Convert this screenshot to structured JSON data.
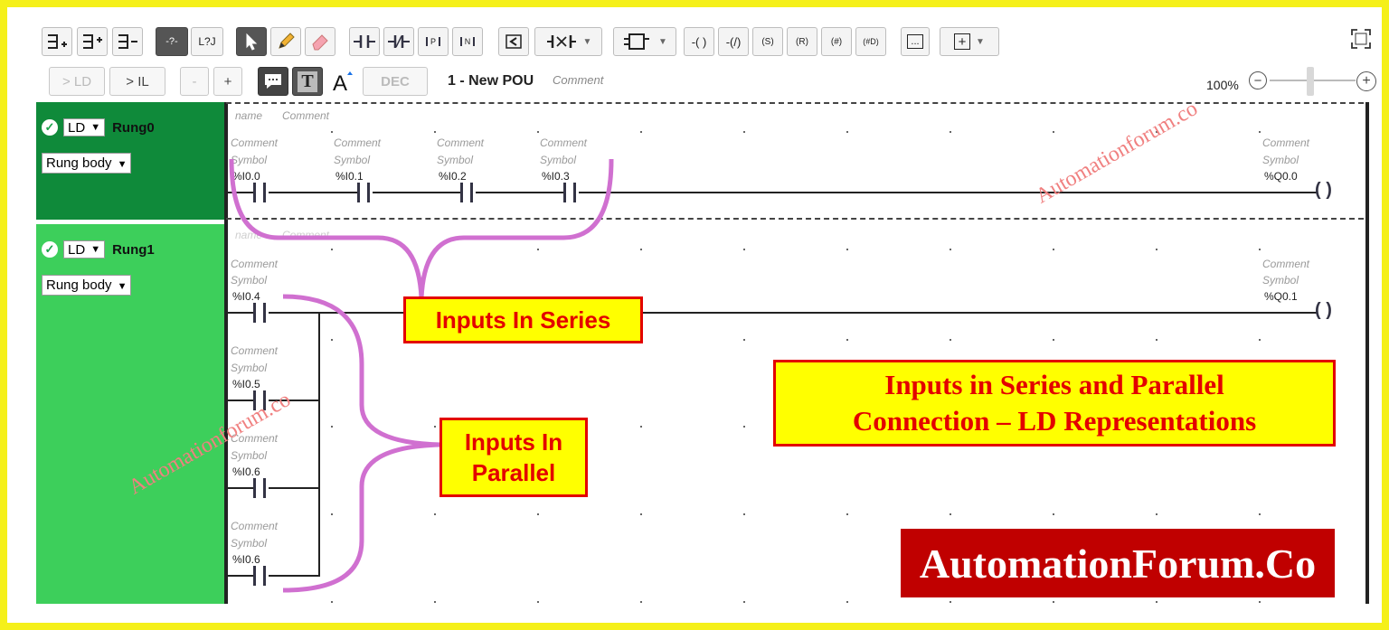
{
  "toolbar": {
    "row2": {
      "to_ld": "> LD",
      "to_il": "> IL",
      "minus": "-",
      "plus": "+",
      "dec": "DEC",
      "pou_name": "1 - New POU",
      "pou_comment": "Comment",
      "zoom": "100%"
    },
    "unknown_contact": "-?-",
    "branch_btn": "L?J",
    "contact_p": "P",
    "contact_n": "N",
    "coil_set": "(S)",
    "coil_reset": "(R)",
    "coil_hash": "(#)",
    "coil_hashd": "(#D)",
    "ellipsis": "...",
    "plus_box": "+"
  },
  "rungs": [
    {
      "check": "✓",
      "lang": "LD",
      "name": "Rung0",
      "body": "Rung body",
      "header_name": "name",
      "header_comment": "Comment",
      "inputs": [
        {
          "comment": "Comment",
          "symbol": "Symbol",
          "address": "%I0.0"
        },
        {
          "comment": "Comment",
          "symbol": "Symbol",
          "address": "%I0.1"
        },
        {
          "comment": "Comment",
          "symbol": "Symbol",
          "address": "%I0.2"
        },
        {
          "comment": "Comment",
          "symbol": "Symbol",
          "address": "%I0.3"
        }
      ],
      "output": {
        "comment": "Comment",
        "symbol": "Symbol",
        "address": "%Q0.0"
      }
    },
    {
      "check": "✓",
      "lang": "LD",
      "name": "Rung1",
      "body": "Rung body",
      "header_name": "name",
      "header_comment": "Comment",
      "inputs": [
        {
          "comment": "Comment",
          "symbol": "Symbol",
          "address": "%I0.4"
        },
        {
          "comment": "Comment",
          "symbol": "Symbol",
          "address": "%I0.5"
        },
        {
          "comment": "Comment",
          "symbol": "Symbol",
          "address": "%I0.6"
        },
        {
          "comment": "Comment",
          "symbol": "Symbol",
          "address": "%I0.6"
        }
      ],
      "output": {
        "comment": "Comment",
        "symbol": "Symbol",
        "address": "%Q0.1"
      }
    }
  ],
  "coil_glyph": "( )",
  "annotations": {
    "series": "Inputs In Series",
    "parallel_line1": "Inputs In",
    "parallel_line2": "Parallel",
    "title_line1": "Inputs in Series and Parallel",
    "title_line2": "Connection – LD Representations",
    "brand": "AutomationForum.Co",
    "watermark": "Automationforum.co"
  },
  "colors": {
    "frame": "#f5f01a",
    "rung0_bg": "#0f8a3a",
    "rung1_bg": "#3dcf5b",
    "callout_bg": "#ffff00",
    "callout_text": "#e30000",
    "brace": "#d070d0",
    "brand_bg": "#c00000"
  }
}
